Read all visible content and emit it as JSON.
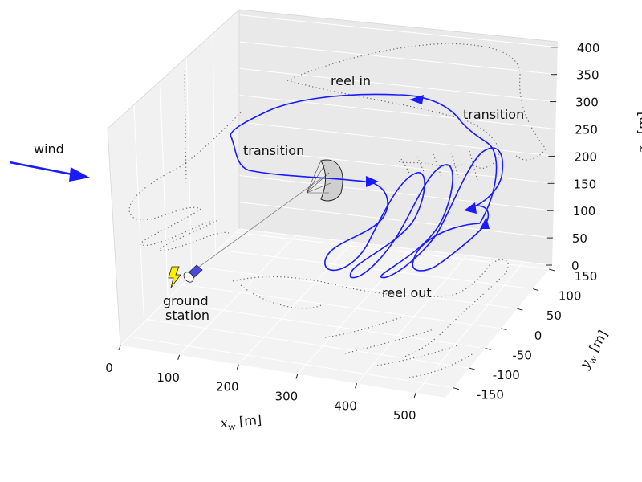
{
  "chart_data": {
    "type": "line3d",
    "title": "",
    "axes": {
      "x": {
        "ticks": [
          "0",
          "100",
          "200",
          "300",
          "400",
          "500"
        ],
        "range": [
          0,
          550
        ]
      },
      "y": {
        "ticks": [
          "-150",
          "-100",
          "-50",
          "0",
          "50",
          "100",
          "150"
        ],
        "range": [
          -175,
          160
        ]
      },
      "z": {
        "ticks": [
          "0",
          "50",
          "100",
          "150",
          "200",
          "250",
          "300",
          "350",
          "400"
        ],
        "range": [
          0,
          410
        ]
      }
    },
    "xlabel_sym": "x",
    "xlabel_sub": "w",
    "xlabel_unit": " [m]",
    "ylabel_sym": "y",
    "ylabel_sub": "w",
    "ylabel_unit": " [m]",
    "zlabel_sym": "z",
    "zlabel_sub": "w",
    "zlabel_unit": " [m]",
    "annotations": {
      "reel_in": "reel in",
      "transition_top": "transition",
      "transition_left": "transition",
      "reel_out": "reel out",
      "wind": "wind",
      "ground_station_line1": "ground",
      "ground_station_line2": "station"
    },
    "colors": {
      "trajectory": "#1a1aff",
      "projection": "#6a6a6a",
      "pane": "#ebebeb",
      "lightning": "#ffee00",
      "drum": "#4040cc"
    }
  }
}
